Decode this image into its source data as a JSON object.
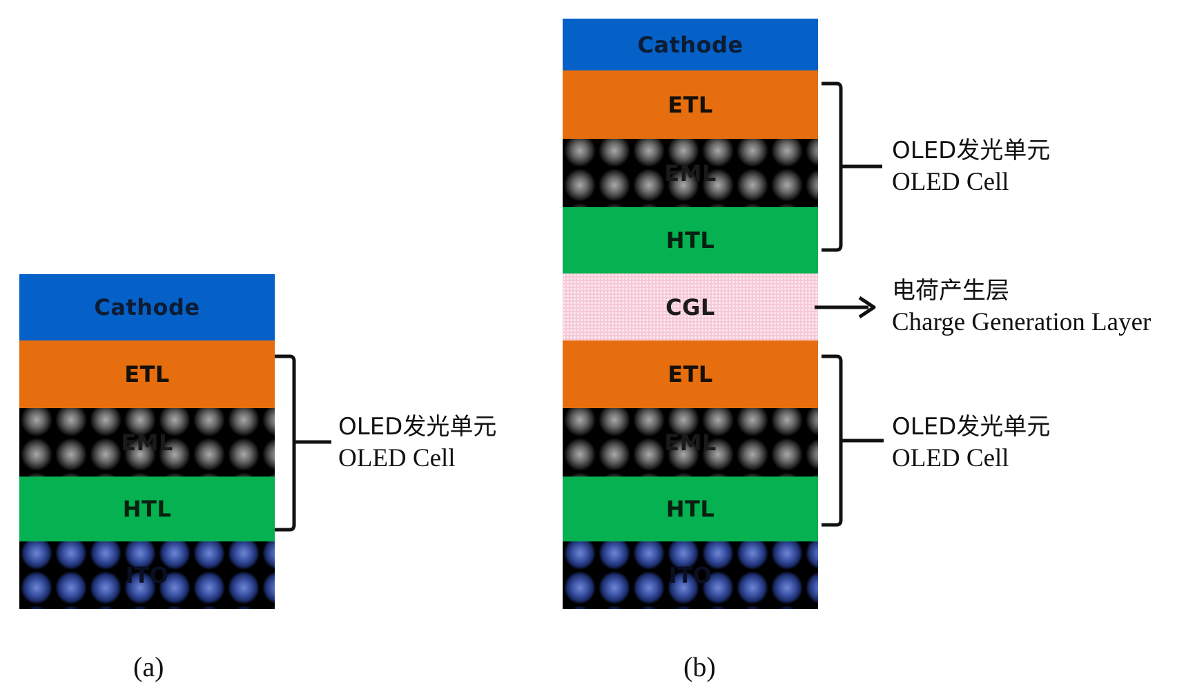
{
  "panels": {
    "a": {
      "label": "(a)",
      "layers": [
        "Cathode",
        "ETL",
        "EML",
        "HTL",
        "ITO"
      ],
      "cell_caption": {
        "zh": "OLED发光单元",
        "en": "OLED Cell"
      }
    },
    "b": {
      "label": "(b)",
      "layers": [
        "Cathode",
        "ETL",
        "EML",
        "HTL",
        "CGL",
        "ETL",
        "EML",
        "HTL",
        "ITO"
      ],
      "upper_cell_caption": {
        "zh": "OLED发光单元",
        "en": "OLED Cell"
      },
      "cgl_caption": {
        "zh": "电荷产生层",
        "en": "Charge Generation Layer"
      },
      "lower_cell_caption": {
        "zh": "OLED发光单元",
        "en": "OLED Cell"
      }
    }
  },
  "colors": {
    "cathode": "#0561c8",
    "etl": "#e66e0e",
    "htl": "#05b150",
    "cgl": "#f6c9d7",
    "eml": "#6a6a6a",
    "ito": "#3e56a8"
  }
}
